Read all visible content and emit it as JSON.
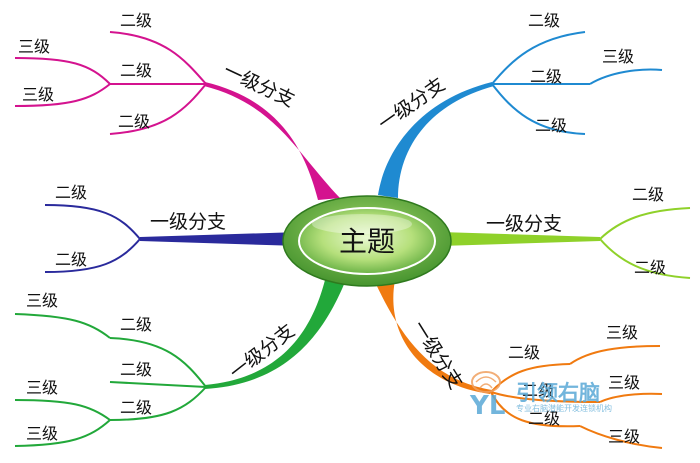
{
  "center": {
    "label": "主题"
  },
  "branches": [
    {
      "label": "一级分支",
      "color": "#d4138f",
      "l2": [
        "二级",
        "二级",
        "二级"
      ],
      "l3": [
        "三级",
        "三级"
      ]
    },
    {
      "label": "一级分支",
      "color": "#1f8ad1",
      "l2": [
        "二级",
        "二级",
        "二级"
      ],
      "l3": [
        "三级"
      ]
    },
    {
      "label": "一级分支",
      "color": "#2a2a9c",
      "l2": [
        "二级",
        "二级"
      ],
      "l3": []
    },
    {
      "label": "一级分支",
      "color": "#8fd12a",
      "l2": [
        "二级",
        "二级"
      ],
      "l3": []
    },
    {
      "label": "一级分支",
      "color": "#22a83a",
      "l2": [
        "二级",
        "二级",
        "二级"
      ],
      "l3": [
        "三级",
        "三级",
        "三级"
      ]
    },
    {
      "label": "一级分支",
      "color": "#f07a10",
      "l2": [
        "二级",
        "二级",
        "二级"
      ],
      "l3": [
        "三级",
        "三级",
        "三级"
      ]
    }
  ],
  "watermark": {
    "logo": "YL",
    "title": "引领右脑",
    "subtitle": "专业右脑潜能开发连锁机构",
    "color": "#5aa9d6"
  }
}
